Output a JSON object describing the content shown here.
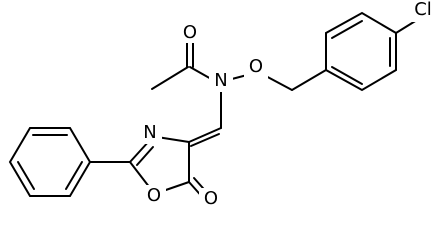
{
  "figure": {
    "background": "#ffffff",
    "line_color": "#000000"
  },
  "atoms": {
    "carbonyl_oxygen": "O",
    "amide_nitrogen": "N",
    "ether_oxygen": "O",
    "chlorine": "Cl",
    "ring_nitrogen": "N",
    "ring_oxygen": "O",
    "lactone_oxygen": "O"
  }
}
